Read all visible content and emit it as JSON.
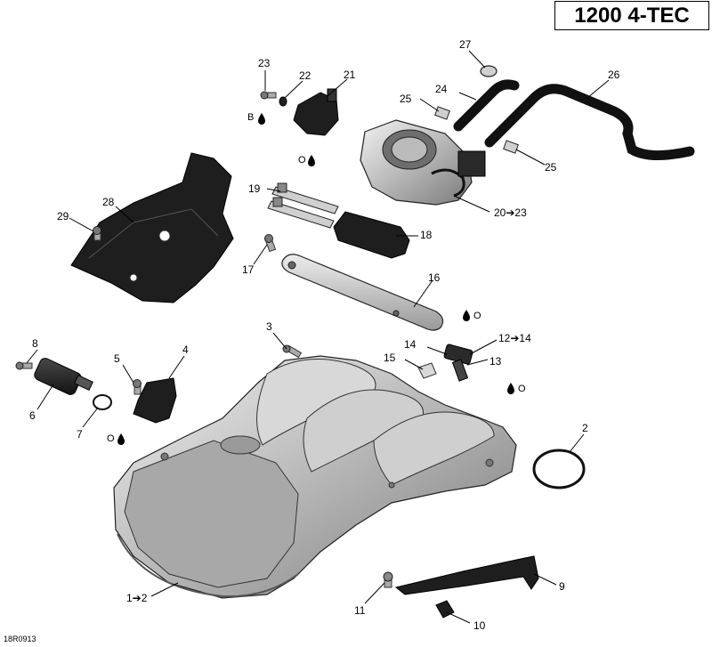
{
  "header": {
    "model": "1200 4-TEC"
  },
  "footer": {
    "doc_code": "18R0913"
  },
  "callouts": {
    "c1": "1➔2",
    "c2": "2",
    "c3": "3",
    "c4": "4",
    "c5": "5",
    "c6": "6",
    "c7": "7",
    "c8": "8",
    "c9": "9",
    "c10": "10",
    "c11": "11",
    "c12": "12➔14",
    "c13": "13",
    "c14": "14",
    "c15": "15",
    "c16": "16",
    "c17": "17",
    "c18": "18",
    "c19": "19",
    "c20": "20➔23",
    "c21": "21",
    "c22": "22",
    "c23": "23",
    "c24": "24",
    "c25a": "25",
    "c25b": "25",
    "c26": "26",
    "c27": "27",
    "c28": "28",
    "c29": "29"
  },
  "lube_marks": {
    "b_mark": "B",
    "o_mark": "O",
    "drop_icon": "oil-drop-icon"
  },
  "colors": {
    "metal": "#c9c9c9",
    "metal_dark": "#8a8a8a",
    "part_dark": "#1e1e1e",
    "line": "#000000"
  }
}
